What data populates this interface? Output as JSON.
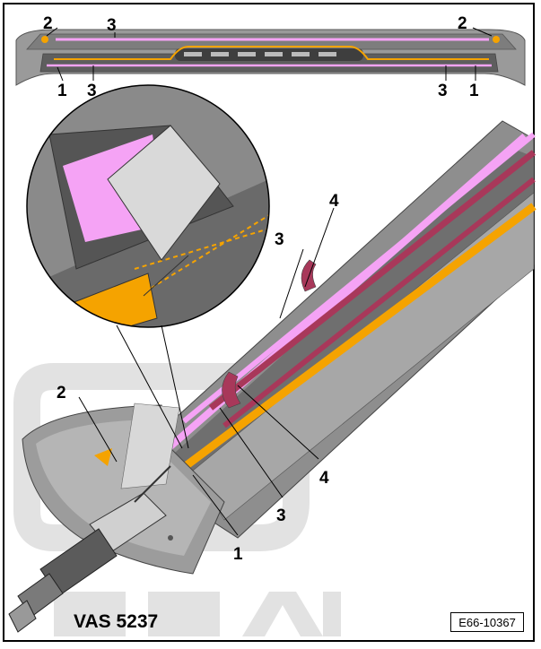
{
  "callouts": {
    "one": "1",
    "two": "2",
    "three": "3",
    "four": "4"
  },
  "tool_label": "VAS 5237",
  "figure_id": "E66-10367",
  "watermark": "SEAT",
  "colors": {
    "pink_tape": "#f5a3f5",
    "orange_tape": "#f5a300",
    "maroon_tape": "#a8385a",
    "spoiler_gray": "#8c8c8c",
    "watermark_gray": "#dedede"
  }
}
